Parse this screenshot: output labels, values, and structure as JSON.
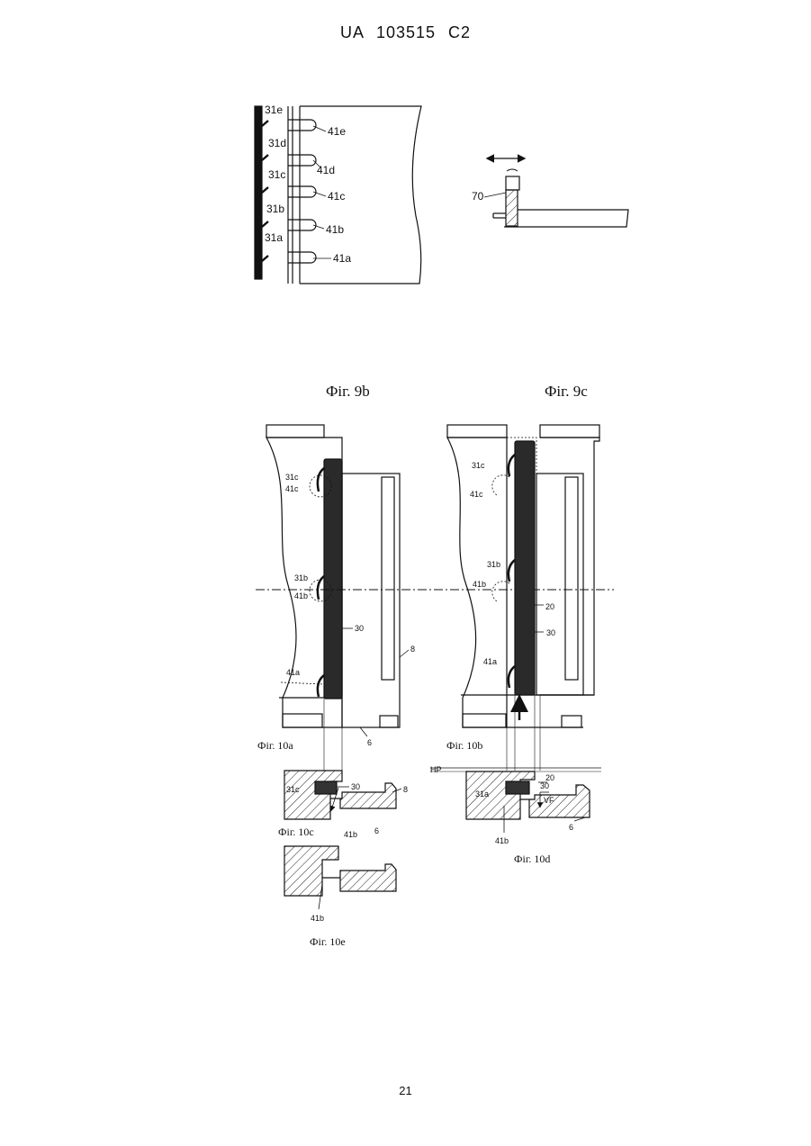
{
  "header": {
    "text": "UA   103515   C2"
  },
  "page_number": "21",
  "figure_9a": {
    "hook_labels": [
      "31e",
      "31d",
      "31c",
      "31b",
      "31a"
    ],
    "slot_labels": [
      "41e",
      "41d",
      "41c",
      "41b",
      "41a"
    ]
  },
  "figure_70": {
    "label": "70"
  },
  "captions": {
    "fig_9b": "Фіг. 9b",
    "fig_9c": "Фіг. 9c",
    "fig_10a": "Фіг. 10a",
    "fig_10b": "Фіг. 10b",
    "fig_10c": "Фіг. 10c",
    "fig_10d": "Фіг. 10d",
    "fig_10e": "Фіг. 10e"
  },
  "fig_10a_labels": {
    "hook_c": "31c",
    "slot_c": "41c",
    "hook_b": "31b",
    "slot_b": "41b",
    "slot_a": "41a",
    "bar": "30",
    "rail": "8",
    "base": "6"
  },
  "fig_10b_labels": {
    "hook_c": "31c",
    "slot_c": "41c",
    "hook_b": "31b",
    "slot_b": "41b",
    "slot_a": "41a",
    "plate": "20",
    "bar": "30"
  },
  "fig_10c_labels": {
    "hook": "31c",
    "bar": "30",
    "rail": "8",
    "slot": "41b",
    "base": "6"
  },
  "fig_10d_labels": {
    "hp": "HP",
    "hook": "31a",
    "plate": "20",
    "bar": "30",
    "vf": "VF",
    "slot": "41b",
    "base": "6"
  },
  "fig_10e_labels": {
    "slot": "41b"
  }
}
